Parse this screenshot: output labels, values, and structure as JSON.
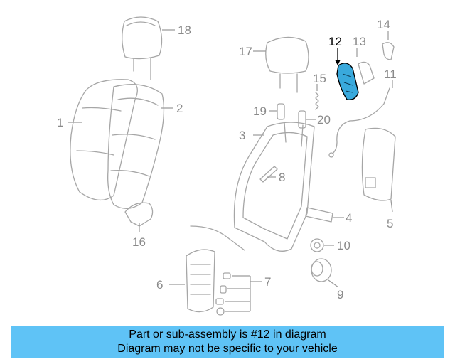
{
  "diagram": {
    "highlight_color": "#39a9dc",
    "callouts": {
      "c1": "1",
      "c2": "2",
      "c3": "3",
      "c4": "4",
      "c5": "5",
      "c6": "6",
      "c7": "7",
      "c8": "8",
      "c9": "9",
      "c10": "10",
      "c11": "11",
      "c12": "12",
      "c13": "13",
      "c14": "14",
      "c15": "15",
      "c16": "16",
      "c17": "17",
      "c18": "18",
      "c19": "19",
      "c20": "20"
    }
  },
  "caption": {
    "line1": "Part or sub-assembly is #12 in diagram",
    "line2": "Diagram may not be specific to your vehicle",
    "background": "#5fc3f6"
  }
}
